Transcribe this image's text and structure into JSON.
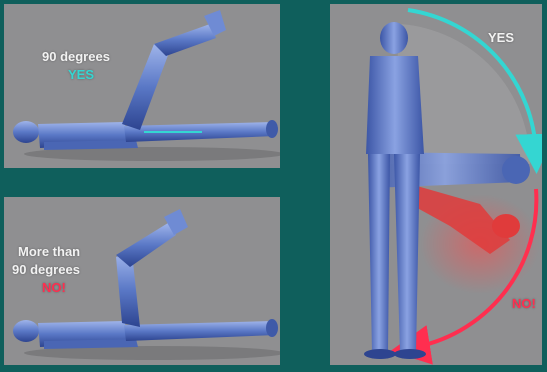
{
  "panels": {
    "top_left": {
      "caption": "90 degrees",
      "verdict": "YES"
    },
    "bottom_left": {
      "caption_line1": "More than",
      "caption_line2": "90 degrees",
      "verdict": "NO!"
    },
    "right": {
      "verdict_yes": "YES",
      "verdict_no": "NO!"
    }
  },
  "colors": {
    "background": "#0f5f5c",
    "panel": "#8f8f91",
    "figure_blue": "#5a78c6",
    "yes_cyan": "#34d6d2",
    "no_red": "#ff2e4f"
  }
}
